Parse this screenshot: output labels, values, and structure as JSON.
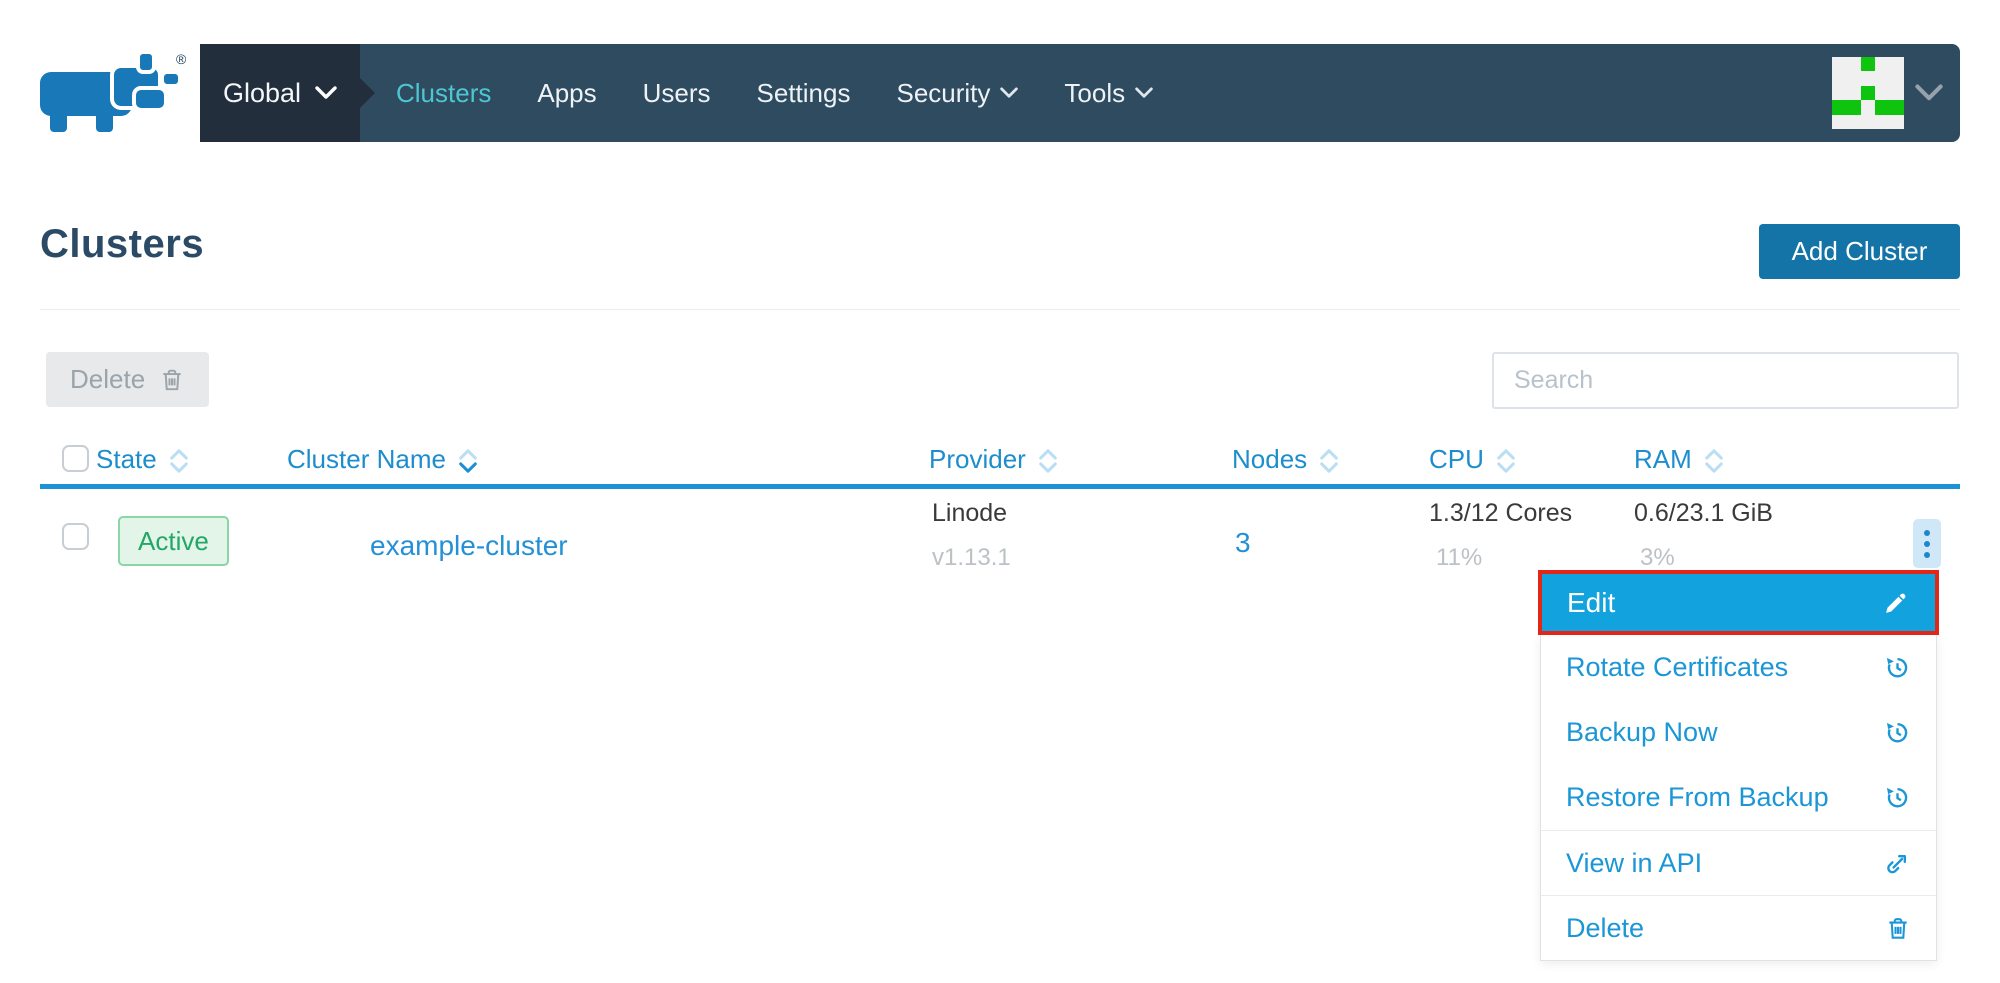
{
  "navbar": {
    "logo_trademark": "®",
    "env_selector": {
      "label": "Global"
    },
    "items": [
      {
        "label": "Clusters",
        "active": true
      },
      {
        "label": "Apps",
        "active": false
      },
      {
        "label": "Users",
        "active": false
      },
      {
        "label": "Settings",
        "active": false
      },
      {
        "label": "Security",
        "active": false,
        "has_dropdown": true
      },
      {
        "label": "Tools",
        "active": false,
        "has_dropdown": true
      }
    ]
  },
  "page": {
    "title": "Clusters",
    "add_cluster_label": "Add Cluster"
  },
  "toolbar": {
    "delete_label": "Delete",
    "search_placeholder": "Search"
  },
  "table": {
    "columns": [
      {
        "label": "State",
        "sorted": "none"
      },
      {
        "label": "Cluster Name",
        "sorted": "desc"
      },
      {
        "label": "Provider",
        "sorted": "none"
      },
      {
        "label": "Nodes",
        "sorted": "none"
      },
      {
        "label": "CPU",
        "sorted": "none"
      },
      {
        "label": "RAM",
        "sorted": "none"
      }
    ],
    "rows": [
      {
        "state": "Active",
        "name": "example-cluster",
        "provider": "Linode",
        "provider_version": "v1.13.1",
        "nodes": "3",
        "cpu": "1.3/12 Cores",
        "cpu_percent": "11%",
        "ram": "0.6/23.1 GiB",
        "ram_percent": "3%"
      }
    ]
  },
  "row_menu": {
    "items": [
      {
        "label": "Edit",
        "icon": "pencil-icon",
        "highlighted": true
      },
      {
        "label": "Rotate Certificates",
        "icon": "history-icon"
      },
      {
        "label": "Backup Now",
        "icon": "history-icon"
      },
      {
        "label": "Restore From Backup",
        "icon": "history-icon"
      },
      {
        "label": "View in API",
        "icon": "external-link-icon",
        "divider_above": true
      },
      {
        "label": "Delete",
        "icon": "trash-icon",
        "divider_above": true
      }
    ]
  },
  "colors": {
    "navbar_bg": "#2e4b60",
    "env_box_bg": "#232e3c",
    "nav_active": "#4ec6d2",
    "primary_button": "#1474a8",
    "logo_blue": "#1878b8",
    "table_accent": "#1b93d6",
    "link_blue": "#2490d6",
    "menu_selected_bg": "#12a2de",
    "highlight_red": "#e22718",
    "state_active_text": "#22a767",
    "state_active_bg": "#e3f4e8",
    "identicon_green": "#0fc40f"
  }
}
